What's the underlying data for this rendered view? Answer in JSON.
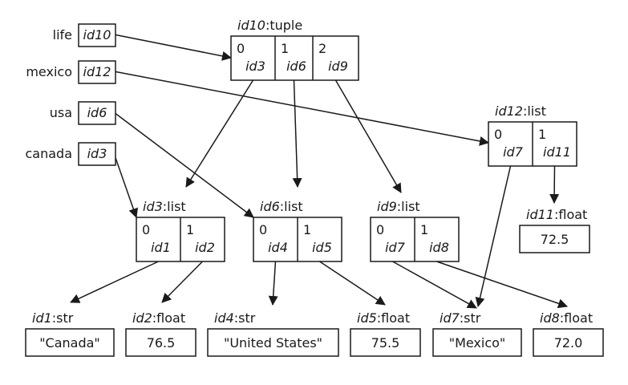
{
  "diagram": {
    "type": "python-memory-model",
    "variables": [
      {
        "name": "life",
        "ref": "id10"
      },
      {
        "name": "mexico",
        "ref": "id12"
      },
      {
        "name": "usa",
        "ref": "id6"
      },
      {
        "name": "canada",
        "ref": "id3"
      }
    ],
    "objects": [
      {
        "id": "id10",
        "type": "tuple",
        "items": [
          {
            "index": "0",
            "ref": "id3"
          },
          {
            "index": "1",
            "ref": "id6"
          },
          {
            "index": "2",
            "ref": "id9"
          }
        ]
      },
      {
        "id": "id12",
        "type": "list",
        "items": [
          {
            "index": "0",
            "ref": "id7"
          },
          {
            "index": "1",
            "ref": "id11"
          }
        ]
      },
      {
        "id": "id3",
        "type": "list",
        "items": [
          {
            "index": "0",
            "ref": "id1"
          },
          {
            "index": "1",
            "ref": "id2"
          }
        ]
      },
      {
        "id": "id6",
        "type": "list",
        "items": [
          {
            "index": "0",
            "ref": "id4"
          },
          {
            "index": "1",
            "ref": "id5"
          }
        ]
      },
      {
        "id": "id9",
        "type": "list",
        "items": [
          {
            "index": "0",
            "ref": "id7"
          },
          {
            "index": "1",
            "ref": "id8"
          }
        ]
      },
      {
        "id": "id11",
        "type": "float",
        "value": "72.5"
      },
      {
        "id": "id1",
        "type": "str",
        "value": "\"Canada\""
      },
      {
        "id": "id2",
        "type": "float",
        "value": "76.5"
      },
      {
        "id": "id4",
        "type": "str",
        "value": "\"United States\""
      },
      {
        "id": "id5",
        "type": "float",
        "value": "75.5"
      },
      {
        "id": "id7",
        "type": "str",
        "value": "\"Mexico\""
      },
      {
        "id": "id8",
        "type": "float",
        "value": "72.0"
      }
    ]
  }
}
